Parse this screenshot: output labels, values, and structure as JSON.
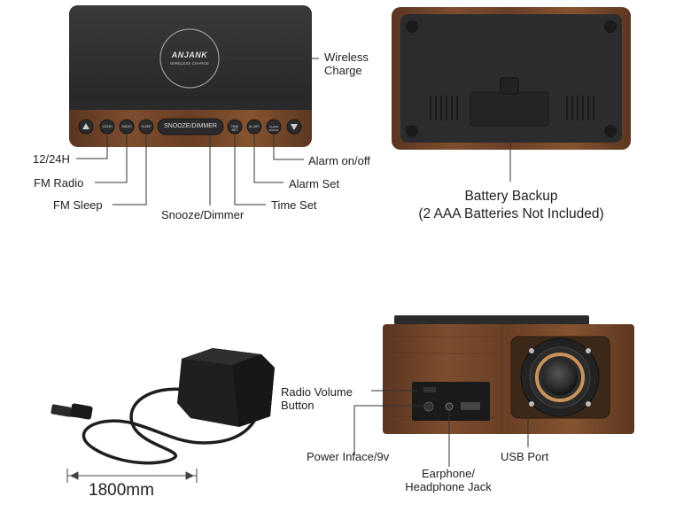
{
  "brand": {
    "name": "ANJANK",
    "tagline": "WIRELESS CHARGE"
  },
  "front_buttons": {
    "btn1": "12/24H",
    "btn2": "RADIO",
    "btn3": "SLEEP",
    "snooze": "SNOOZE/DIMMER",
    "btn5": "TIME SET",
    "btn6": "AL SET",
    "btn7": "ALARM ON/OFF"
  },
  "callouts": {
    "wireless_charge_line1": "Wireless",
    "wireless_charge_line2": "Charge",
    "h12_24": "12/24H",
    "fm_radio": "FM Radio",
    "fm_sleep": "FM Sleep",
    "snooze_dimmer": "Snooze/Dimmer",
    "time_set": "Time Set",
    "alarm_set": "Alarm Set",
    "alarm_onoff": "Alarm on/off",
    "battery_line1": "Battery Backup",
    "battery_line2": "(2 AAA Batteries Not Included)",
    "radio_volume_line1": "Radio Volume",
    "radio_volume_line2": "Button",
    "power": "Power Inface/9v",
    "earphone_line1": "Earphone/",
    "earphone_line2": "Headphone Jack",
    "usb": "USB Port",
    "cable_length": "1800mm"
  },
  "colors": {
    "wood": "#7a4a2c",
    "wood_dark": "#4e2c18",
    "panel": "#2e2e30",
    "accent_gold": "#c8925a"
  }
}
